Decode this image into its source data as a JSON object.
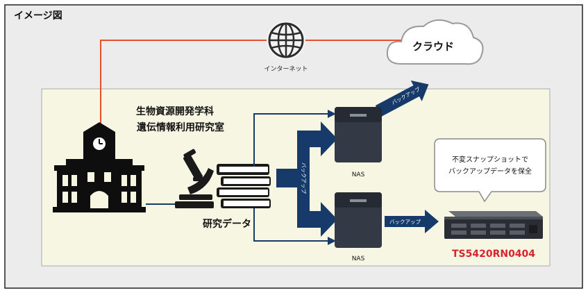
{
  "title": "イメージ図",
  "internet_label": "インターネット",
  "cloud_label": "クラウド",
  "lab_name_line1": "生物資源開発学科",
  "lab_name_line2": "遺伝情報利用研究室",
  "research_data_label": "研究データ",
  "nas_top_label": "NAS",
  "nas_bottom_label": "NAS",
  "backup_to_cloud_label": "バックアップ",
  "backup_vertical_label": "バックアップ",
  "backup_to_ts_label": "バックアップ",
  "callout_line1": "不変スナップショットで",
  "callout_line2": "バックアップデータを保全",
  "ts_model_label": "TS5420RN0404",
  "colors": {
    "outer_bg": "#ececec",
    "inner_bg": "#f6f6e3",
    "navy": "#163a6a",
    "dark_icon": "#333a45",
    "internet_line": "#e8512a",
    "model_red": "#d9232e"
  },
  "icons": [
    "university-building-icon",
    "globe-icon",
    "cloud-icon",
    "microscope-icon",
    "document-stack-icon",
    "nas-icon",
    "rack-server-icon",
    "speech-bubble-icon"
  ]
}
